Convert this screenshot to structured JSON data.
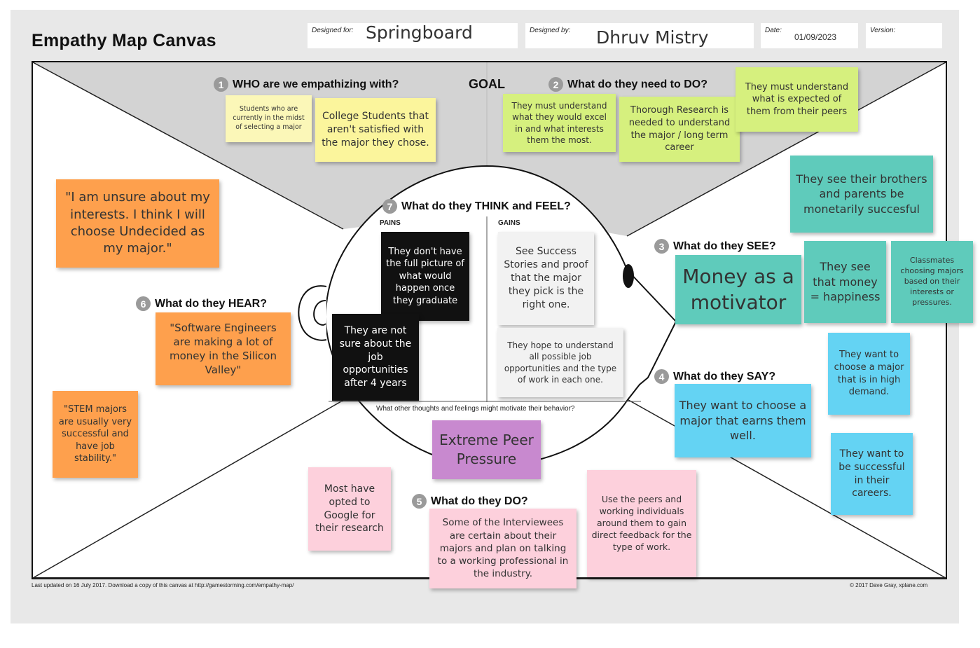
{
  "header": {
    "title": "Empathy Map Canvas",
    "designed_for_label": "Designed for:",
    "designed_for_value": "Springboard",
    "designed_by_label": "Designed by:",
    "designed_by_value": "Dhruv Mistry",
    "date_label": "Date:",
    "date_value": "01/09/2023",
    "version_label": "Version:",
    "version_value": ""
  },
  "sections": {
    "who": {
      "num": "1",
      "title": "WHO are we empathizing with?"
    },
    "goal": {
      "title": "GOAL"
    },
    "need_do": {
      "num": "2",
      "title": "What do they need to DO?"
    },
    "see": {
      "num": "3",
      "title": "What do they SEE?"
    },
    "say": {
      "num": "4",
      "title": "What do they SAY?"
    },
    "do": {
      "num": "5",
      "title": "What do they DO?"
    },
    "hear": {
      "num": "6",
      "title": "What do they HEAR?"
    },
    "think": {
      "num": "7",
      "title": "What do they THINK and FEEL?"
    },
    "pains": "PAINS",
    "gains": "GAINS",
    "motivate_question": "What other thoughts and feelings might motivate their behavior?"
  },
  "notes": {
    "who1": "Students who are currently in the midst of selecting a major",
    "who2": "College Students that aren't satisfied with the major they chose.",
    "need1": "They must understand what they would excel in and what interests them the most.",
    "need2": "Thorough Research is needed to understand the major / long term career",
    "need3": "They must understand what is expected of them from their peers",
    "see1": "They see their brothers and parents be monetarily succesful",
    "see2": "Money as a motivator",
    "see3": "They see that money = happiness",
    "see4": "Classmates choosing majors based on their interests or pressures.",
    "say1": "They want to choose a major that is in high demand.",
    "say2": "They want to choose a major that earns them well.",
    "say3": "They want to be successful in their careers.",
    "hear1": "\"I am unsure about my interests. I think I will choose Undecided as my major.\"",
    "hear2": "\"Software Engineers are making a lot of money in the Silicon Valley\"",
    "hear3": "\"STEM majors are usually very successful and have job stability.\"",
    "pain1": "They don't have the full picture of what would happen once they graduate",
    "pain2": "They are not sure about the job opportunities after 4 years",
    "gain1": "See Success Stories and proof that the major they pick is the right one.",
    "gain2": "They hope to understand all possible job opportunities and the type of work in each one.",
    "purple1": "Extreme Peer Pressure",
    "do1": "Most have opted to Google for their research",
    "do2": "Some of the Interviewees are certain about their majors and plan on talking to a working professional in the industry.",
    "do3": "Use the peers and working individuals around them to gain direct feedback for the type of work."
  },
  "footer": {
    "left": "Last updated on 16 July 2017. Download a copy of this canvas at http://gamestorming.com/empathy-map/",
    "right": "© 2017 Dave Gray, xplane.com"
  }
}
